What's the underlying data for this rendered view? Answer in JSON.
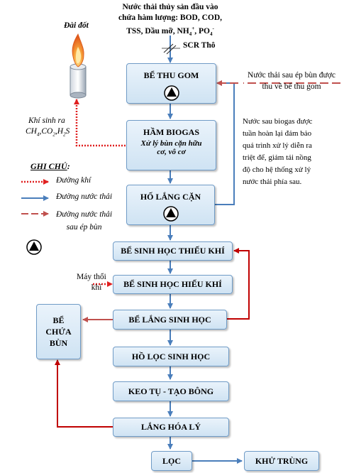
{
  "influent": {
    "line1": "Nước thải thủy sản đầu vào",
    "line2": "chứa hàm lượng: BOD, COD,",
    "line3": "TSS, Dầu mỡ, NH",
    "nh4_sup": "4",
    "nh4_sup2": "+",
    "po4": ", PO",
    "po4_sub": "4",
    "po4_sup": "-",
    "scr": "SCR Thô"
  },
  "burner_label": "Đài đốt",
  "biogas_label": {
    "line1": "Khí sinh ra",
    "ch": "CH",
    "ch_sub": "4",
    "co": ",CO",
    "co_sub": "2",
    "hs": ",H",
    "hs_sub": "2",
    "s": "S"
  },
  "boxes": {
    "thu_gom": "BỂ THU GOM",
    "ham_biogas_title": "HẦM BIOGAS",
    "ham_biogas_sub1": "Xử lý bùn cặn hữu",
    "ham_biogas_sub2": "cơ, vô cơ",
    "ho_lang_can": "HỐ LẮNG CẶN",
    "thieu_khi": "BỂ SINH HỌC THIẾU KHÍ",
    "hieu_khi": "BỂ SINH HỌC HIẾU KHÍ",
    "lang_sinh_hoc": "BỂ LẮNG SINH HỌC",
    "ho_loc": "HỒ LỌC SINH HỌC",
    "keo_tu": "KEO TỤ - TẠO BÔNG",
    "lang_hoa_ly": "LẮNG HÓA LÝ",
    "loc": "LỌC",
    "khu_trung": "KHỬ TRÙNG",
    "chua_bun_1": "BỂ",
    "chua_bun_2": "CHỨA",
    "chua_bun_3": "BÙN"
  },
  "right_note_top": {
    "line1": "Nước thải sau ép bùn được",
    "line2": "thu về bể thu gom"
  },
  "right_note_mid": {
    "line1": "Nước sau biogas được",
    "line2": "tuần hoàn lại đảm bảo",
    "line3": "quá trình xử lý diễn ra",
    "line4": "triệt để, giảm tải nồng",
    "line5": "độ cho hệ thống xử lý",
    "line6": "nước thải phía sau."
  },
  "legend": {
    "title": "GHI CHÚ",
    "colon": ":",
    "gas": "Đường khí",
    "water": "Đường nước thải",
    "sludge_line1": "Đường nước thải",
    "sludge_line2": "sau ép bùn"
  },
  "blower": {
    "line1": "Máy thổi",
    "line2": "khí"
  },
  "colors": {
    "water": "#4a7ebb",
    "gas": "#e02020",
    "sludge": "#c0504d",
    "recycle": "#c00000",
    "box_border": "#6f9bc6"
  }
}
